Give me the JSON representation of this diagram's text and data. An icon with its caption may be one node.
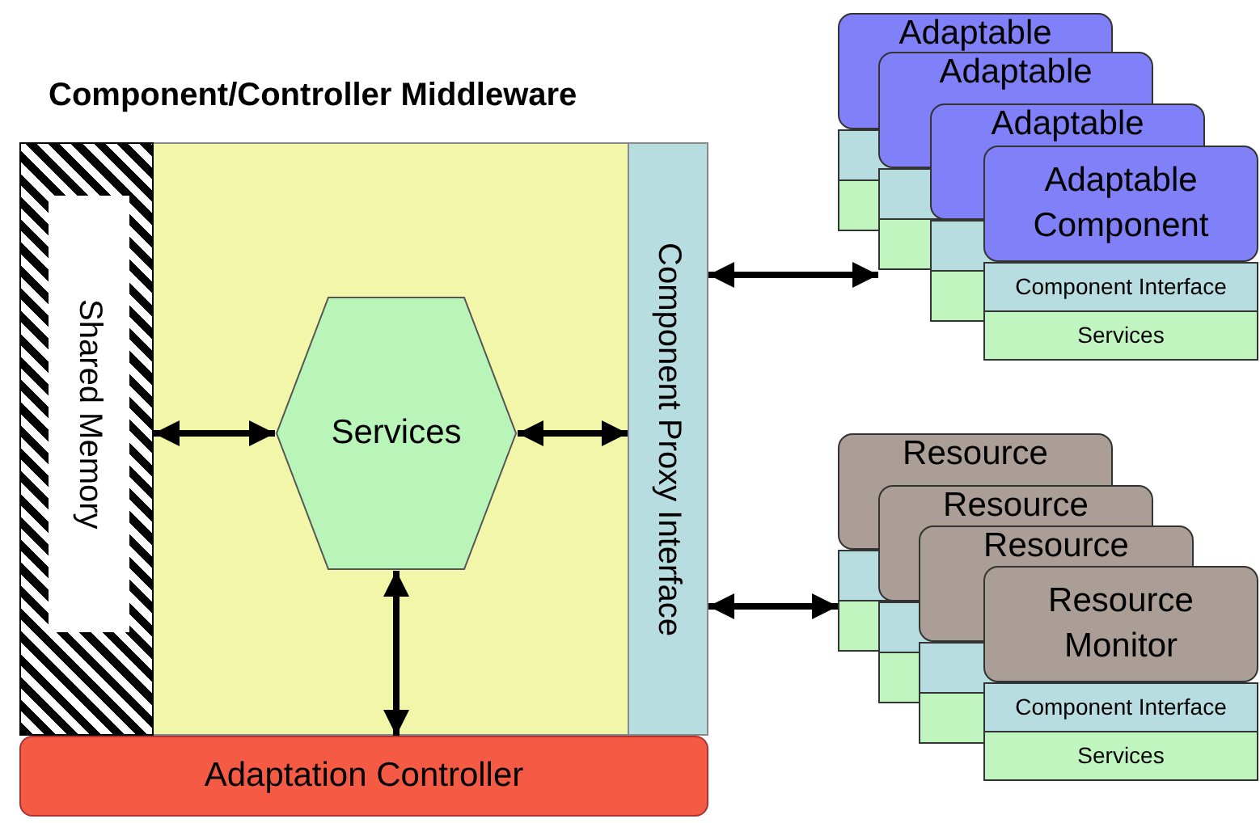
{
  "diagram": {
    "nodes": [
      {
        "text": [
          "Component/Controller Middleware"
        ]
      },
      {
        "text": [
          "Shared Memory"
        ],
        "in": 0
      },
      {
        "text": [
          "Services"
        ],
        "in": 0
      },
      {
        "text": [
          "Component Proxy Interface"
        ],
        "in": 0
      },
      {
        "text": [
          "Adaptation Controller"
        ]
      },
      {
        "text": [
          "Adaptable"
        ]
      },
      {
        "text": [
          "Adaptable"
        ]
      },
      {
        "text": [
          "Adaptable"
        ]
      },
      {
        "text": [
          "Adaptable Component",
          "Component Interface",
          "Services"
        ]
      },
      {
        "text": [
          "Resource"
        ]
      },
      {
        "text": [
          "Resource"
        ]
      },
      {
        "text": [
          "Resource"
        ]
      },
      {
        "text": [
          "Resource Monitor",
          "Component Interface",
          "Services"
        ]
      }
    ],
    "edges": [
      {
        "from": 1,
        "to": 2,
        "arrow": "both"
      },
      {
        "from": 2,
        "to": 3,
        "arrow": "both"
      },
      {
        "from": 2,
        "to": 4,
        "arrow": "both"
      },
      {
        "from": 3,
        "to": 6,
        "arrow": "both"
      },
      {
        "from": 3,
        "to": 9,
        "arrow": "both"
      }
    ]
  }
}
